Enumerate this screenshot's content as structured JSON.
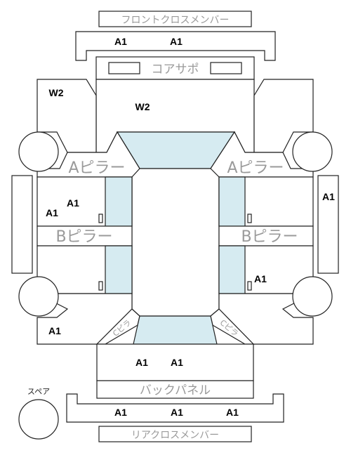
{
  "labels": {
    "front_cross_member": "フロントクロスメンバー",
    "core_support": "コアサポ",
    "a_pillar_left": "Aピラー",
    "a_pillar_right": "Aピラー",
    "b_pillar_left": "Bピラー",
    "b_pillar_right": "Bピラー",
    "c_pillar_left": "Cピラ",
    "c_pillar_right": "Cピラ",
    "back_panel": "バックパネル",
    "rear_cross_member": "リアクロスメンバー",
    "spare": "スペア"
  },
  "grades": {
    "front_cross_left": "A1",
    "front_cross_right": "A1",
    "left_fender": "W2",
    "hood": "W2",
    "right_side_sill": "A1",
    "front_left_door_a": "A1",
    "front_left_door_b": "A1",
    "rear_right_door": "A1",
    "rear_left_quarter": "A1",
    "trunk_left": "A1",
    "trunk_right": "A1",
    "rear_cross_left": "A1",
    "rear_cross_middle": "A1",
    "rear_cross_right": "A1"
  },
  "colors": {
    "line": "#222222",
    "glass": "#d6ebf1",
    "part_label": "#9a9a9a",
    "grade_label": "#000000"
  }
}
